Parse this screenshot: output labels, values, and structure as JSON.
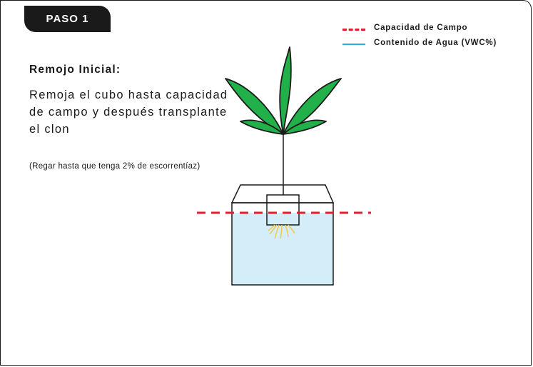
{
  "step": {
    "label": "PASO 1"
  },
  "heading": "Remojo Inicial:",
  "description": "Remoja el cubo hasta capacidad de campo y después transplante el clon",
  "note": "(Regar hasta que tenga 2% de escorrentíaz)",
  "legend": [
    {
      "label": "Capacidad de Campo",
      "style": "dashed",
      "color": "#e0202f"
    },
    {
      "label": "Contenido de Agua (VWC%)",
      "style": "solid",
      "color": "#29aee6"
    }
  ],
  "colors": {
    "leaf": "#22b04b",
    "water": "#d4eef9",
    "outline": "#1a1a1a",
    "roots": "#f2c94c"
  },
  "illustration": {
    "icon": "cannabis-plant-in-cube-icon",
    "water_level": "field-capacity"
  }
}
